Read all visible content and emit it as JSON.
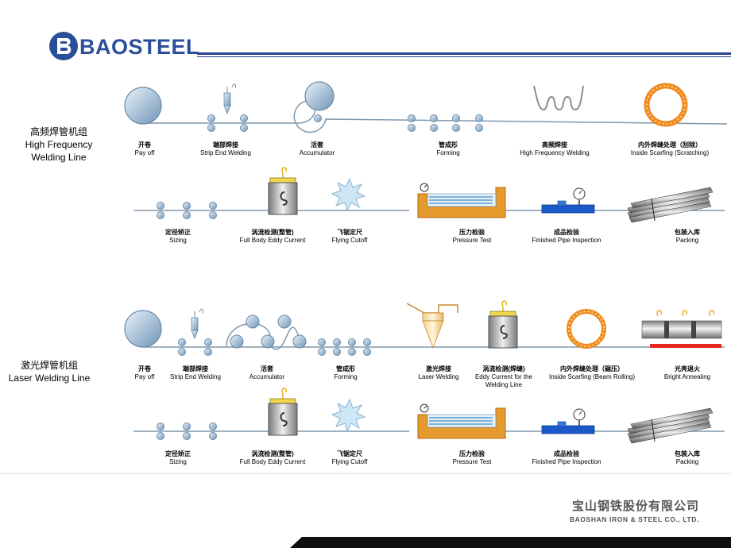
{
  "header": {
    "brand": "BAOSTEEL",
    "colors": {
      "brand_blue": "#2a4f9a",
      "rule_blue": "#27408b"
    }
  },
  "sections": {
    "high_frequency": {
      "title_zh": "高频焊管机组",
      "title_en_1": "High Frequency",
      "title_en_2": "Welding Line"
    },
    "laser": {
      "title_zh": "激光焊管机组",
      "title_en": "Laser Welding Line"
    }
  },
  "hf": {
    "row1": [
      {
        "zh": "开卷",
        "en": "Pay off"
      },
      {
        "zh": "端部焊接",
        "en": "Strip End Welding"
      },
      {
        "zh": "活套",
        "en": "Accumulator"
      },
      {
        "zh": "管成形",
        "en": "Forming"
      },
      {
        "zh": "高频焊接",
        "en": "High Frequency Welding"
      },
      {
        "zh": "内外焊缝处理（刮除）",
        "en": "Inside Scarfing (Scratching)"
      }
    ],
    "row2": [
      {
        "zh": "定径矫正",
        "en": "Sizing"
      },
      {
        "zh": "涡流检测(整管)",
        "en": "Full Body Eddy Current"
      },
      {
        "zh": "飞锯定尺",
        "en": "Flying Cutoff"
      },
      {
        "zh": "压力检验",
        "en": "Pressure Test"
      },
      {
        "zh": "成品检验",
        "en": "Finished Pipe Inspection"
      },
      {
        "zh": "包装入库",
        "en": "Packing"
      }
    ]
  },
  "laser": {
    "row1": [
      {
        "zh": "开卷",
        "en": "Pay off"
      },
      {
        "zh": "端部焊接",
        "en": "Strip End Welding"
      },
      {
        "zh": "活套",
        "en": "Accumulator"
      },
      {
        "zh": "管成形",
        "en": "Forming"
      },
      {
        "zh": "激光焊接",
        "en": "Laser Welding"
      },
      {
        "zh": "涡流检测(焊缝)",
        "en": "Eddy Current for the",
        "en2": "Welding Line"
      },
      {
        "zh": "内外焊缝处理（碾压）",
        "en": "Inside Scarfing (Beam Rolling)"
      },
      {
        "zh": "光亮退火",
        "en": "Bright Annealing"
      }
    ],
    "row2": [
      {
        "zh": "定径矫正",
        "en": "Sizing"
      },
      {
        "zh": "涡流检测(整管)",
        "en": "Full Body Eddy Current"
      },
      {
        "zh": "飞锯定尺",
        "en": "Flying Cutoff"
      },
      {
        "zh": "压力检验",
        "en": "Pressure Test"
      },
      {
        "zh": "成品检验",
        "en": "Finished Pipe Inspection"
      },
      {
        "zh": "包装入库",
        "en": "Packing"
      }
    ]
  },
  "footer": {
    "company_zh": "宝山钢铁股份有限公司",
    "company_en": "BAOSHAN IRON & STEEL CO., LTD."
  }
}
